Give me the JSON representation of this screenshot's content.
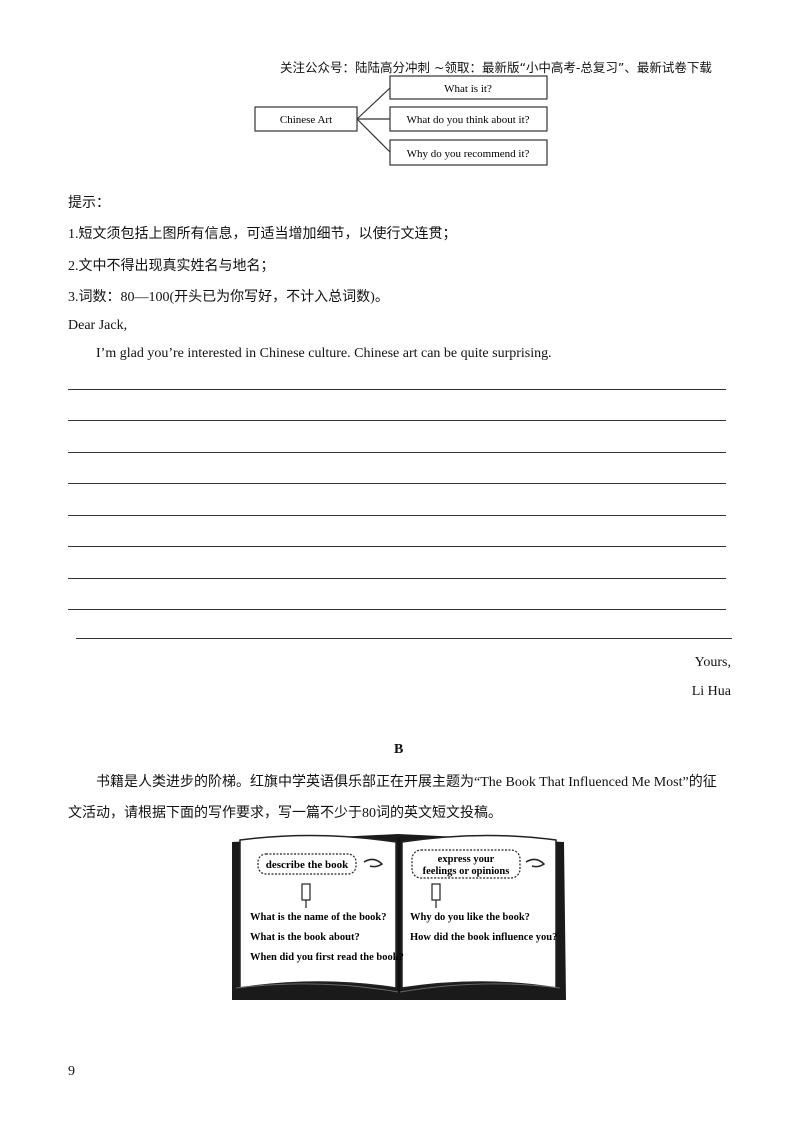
{
  "header": "关注公众号：陆陆高分冲刺  ~领取：最新版“小中高考-总复习”、最新试卷下载",
  "mindmap": {
    "center": "Chinese Art",
    "branches": [
      "What is it?",
      "What do you think about it?",
      "Why do you recommend it?"
    ]
  },
  "tips": {
    "title": "提示：",
    "items": [
      "1.短文须包括上图所有信息，可适当增加细节，以使行文连贯；",
      "2.文中不得出现真实姓名与地名；",
      "3.词数：80—100(开头已为你写好，不计入总词数)。"
    ]
  },
  "letter": {
    "greeting": "Dear Jack,",
    "opening": "I’m glad you’re interested in Chinese culture. Chinese art can be quite surprising.",
    "closing": "Yours,",
    "signature": "Li Hua"
  },
  "section_b": {
    "label": "B",
    "intro_line1": "书籍是人类进步的阶梯。红旗中学英语俱乐部正在开展主题为“The Book That Influenced Me Most”的征",
    "intro_line2": "文活动，请根据下面的写作要求，写一篇不少于80词的英文短文投稿。"
  },
  "book": {
    "left_title": "describe the book",
    "left_questions": [
      "What is the name of the book?",
      "What is the book about?",
      "When did you first read the book?"
    ],
    "right_title_line1": "express your",
    "right_title_line2": "feelings or opinions",
    "right_questions": [
      "Why do you like the book?",
      "How did the book influence you?"
    ]
  },
  "page_number": "9"
}
